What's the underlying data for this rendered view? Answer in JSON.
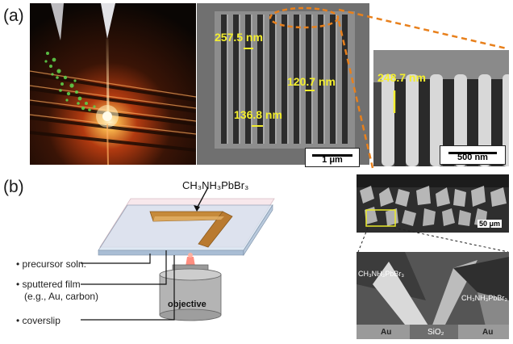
{
  "panel_a": {
    "label": "(a)",
    "sem_main": {
      "measurements": [
        "257.5 nm",
        "120.7 nm",
        "136.8 nm"
      ],
      "scale_bar": "1 μm"
    },
    "sem_zoom": {
      "measurement": "248.7 nm",
      "scale_bar": "500 nm"
    }
  },
  "panel_b": {
    "label": "(b)",
    "compound": "CH₃NH₃PbBr₃",
    "bullets": [
      "precursor soln.",
      "sputtered film",
      "(e.g., Au, carbon)",
      "coverslip"
    ],
    "objective": "objective",
    "sem_top": {
      "scale_bar": "50 μm"
    },
    "sem_bottom": {
      "labels": [
        "CH₃NH₃PbBr₃",
        "CH₃NH₃PbBr₃",
        "Au",
        "SiO₂",
        "Au"
      ]
    }
  },
  "colors": {
    "measurement": "#f4ef2e",
    "dashed_callout": "#e8801c",
    "laser_core": "#fff6c8"
  }
}
